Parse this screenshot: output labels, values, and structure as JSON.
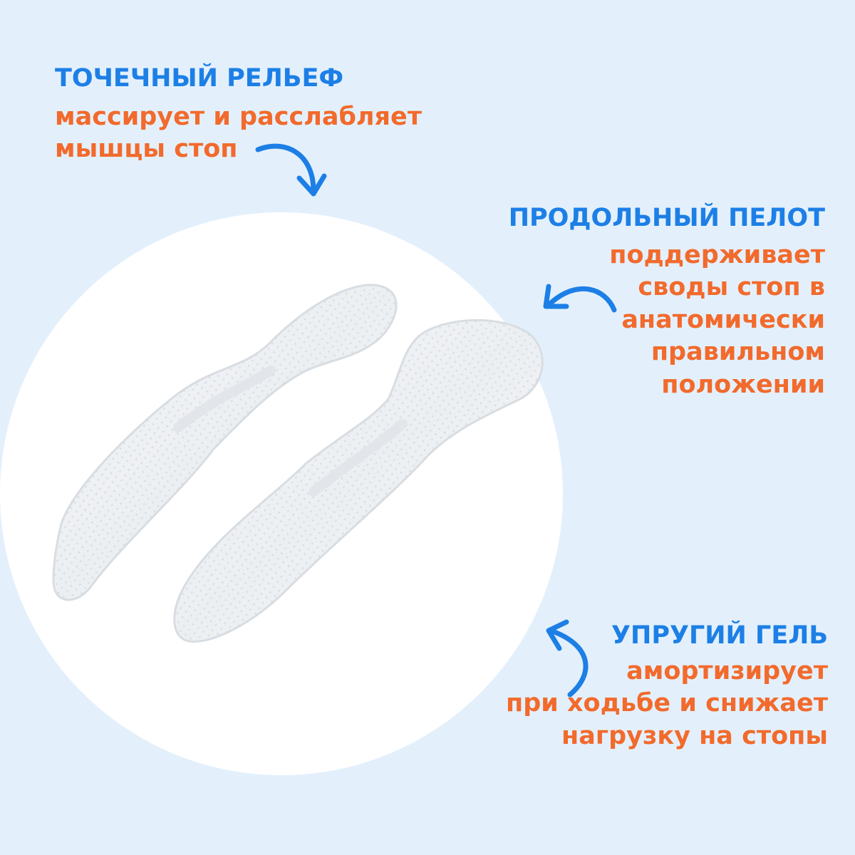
{
  "callouts": {
    "dot_relief": {
      "title": "ТОЧЕЧНЫЙ РЕЛЬЕФ",
      "lines": [
        "массирует и расслабляет",
        "мышцы стоп"
      ]
    },
    "arch_support": {
      "title": "ПРОДОЛЬНЫЙ ПЕЛОТ",
      "lines": [
        "поддерживает",
        "своды стоп в",
        "анатомически",
        "правильном",
        "положении"
      ]
    },
    "elastic_gel": {
      "title": "УПРУГИЙ ГЕЛЬ",
      "lines": [
        "амортизирует",
        "при ходьбе и снижает",
        "нагрузку на стопы"
      ]
    }
  },
  "colors": {
    "background": "#e3f0fc",
    "heading": "#1d7fe6",
    "body": "#f26a2c",
    "arrow": "#1d7fe6"
  },
  "icons": [
    "curved-arrow-icon",
    "insole-icon"
  ]
}
